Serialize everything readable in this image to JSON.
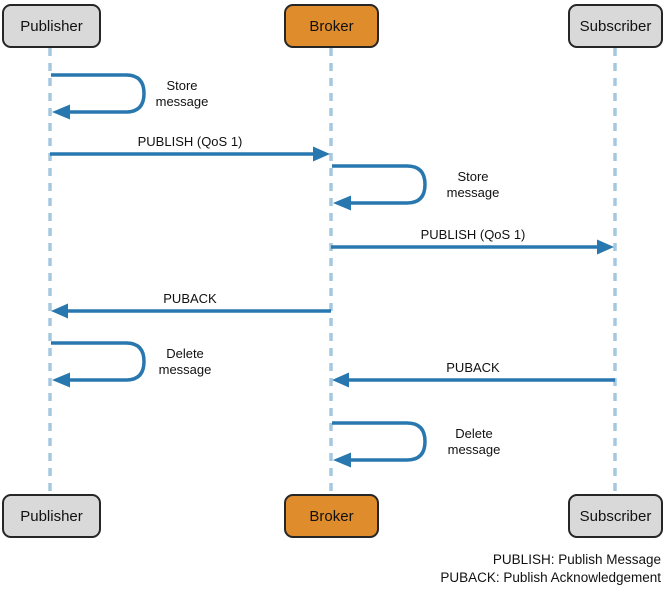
{
  "diagram": {
    "actors": [
      {
        "id": "publisher",
        "label": "Publisher",
        "fill": "#d9d9d9"
      },
      {
        "id": "broker",
        "label": "Broker",
        "fill": "#de8c2c"
      },
      {
        "id": "subscriber",
        "label": "Subscriber",
        "fill": "#d9d9d9"
      }
    ],
    "messages": [
      {
        "from": "publisher",
        "to": "publisher",
        "type": "self-loop",
        "label": "Store message"
      },
      {
        "from": "publisher",
        "to": "broker",
        "type": "arrow",
        "label": "PUBLISH (QoS 1)"
      },
      {
        "from": "broker",
        "to": "broker",
        "type": "self-loop",
        "label": "Store message"
      },
      {
        "from": "broker",
        "to": "subscriber",
        "type": "arrow",
        "label": "PUBLISH (QoS 1)"
      },
      {
        "from": "broker",
        "to": "publisher",
        "type": "arrow",
        "label": "PUBACK"
      },
      {
        "from": "publisher",
        "to": "publisher",
        "type": "self-loop",
        "label": "Delete message"
      },
      {
        "from": "subscriber",
        "to": "broker",
        "type": "arrow",
        "label": "PUBACK"
      },
      {
        "from": "broker",
        "to": "broker",
        "type": "self-loop",
        "label": "Delete message"
      }
    ],
    "legend": [
      "PUBLISH: Publish Message",
      "PUBACK: Publish Acknowledgement"
    ],
    "colors": {
      "arrow": "#2878af",
      "lifeline": "#a5c8e1",
      "actor_gray": "#d9d9d9",
      "actor_orange": "#de8c2c",
      "border": "#262626"
    }
  }
}
